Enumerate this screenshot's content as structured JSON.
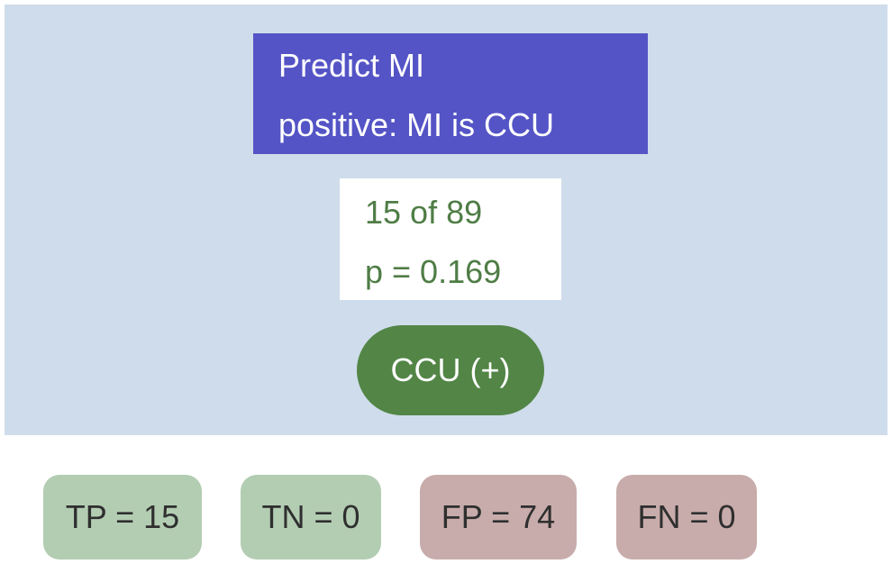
{
  "prediction": {
    "title": "Predict MI",
    "positive_label": "positive: MI is CCU"
  },
  "stats": {
    "count": "15 of 89",
    "probability": "p = 0.169"
  },
  "result": {
    "label": "CCU (+)"
  },
  "metrics": [
    {
      "label": "TP = 15",
      "status": "correct"
    },
    {
      "label": "TN = 0",
      "status": "correct"
    },
    {
      "label": "FP = 74",
      "status": "error"
    },
    {
      "label": "FN = 0",
      "status": "error"
    }
  ],
  "colors": {
    "panel_background": "#cfdceb",
    "prediction_box": "#5454c6",
    "stats_text": "#4f7d46",
    "result_pill": "#528546",
    "metric_correct": "#b3cdb2",
    "metric_error": "#c8acab"
  }
}
